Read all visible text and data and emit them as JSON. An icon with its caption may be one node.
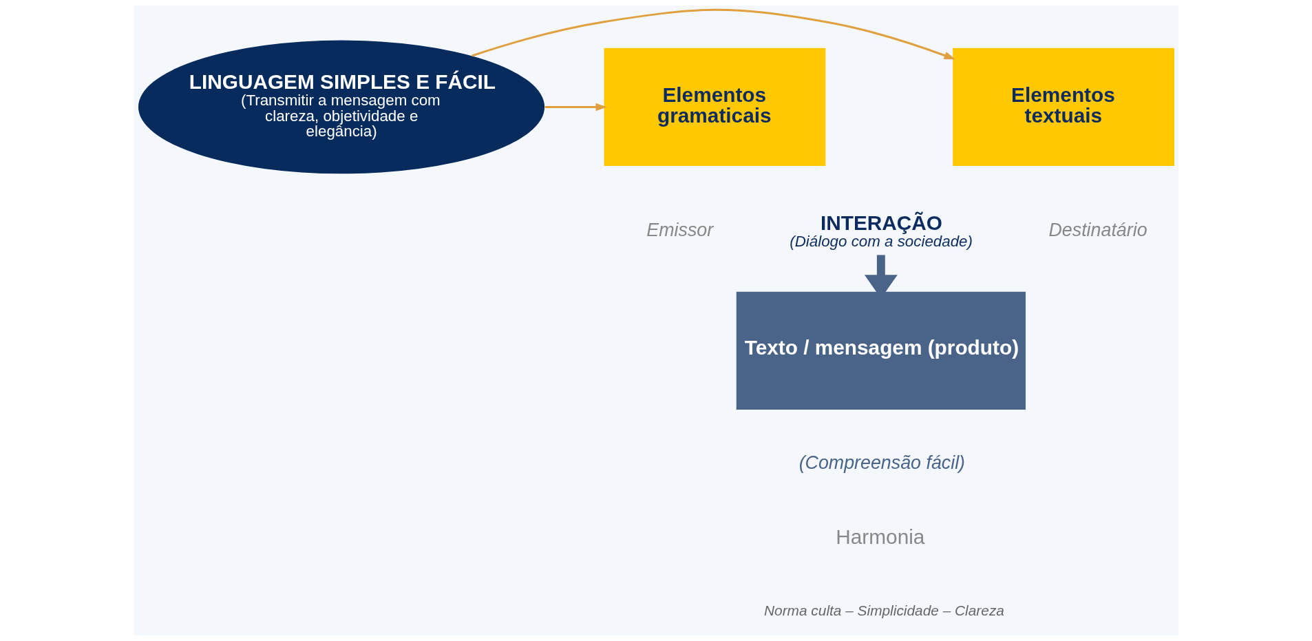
{
  "diagram": {
    "nodes": [
      {
        "text": [
          "Elementos gramaticais"
        ]
      },
      {
        "text": [
          "LINGUAGEM SIMPLES E FÁCIL",
          "(Transmitir a mensagem com clareza, objetividade e elegância)"
        ]
      },
      {
        "text": [
          "Elementos textuais"
        ]
      },
      {
        "text": [
          "INTERAÇÃO",
          "(Diálogo com a sociedade)"
        ]
      },
      {
        "text": [
          "Texto / mensagem (produto)"
        ],
        "beside": [
          "(Compreensão fácil)"
        ]
      }
    ],
    "edges": [
      {
        "from": 1,
        "to": 0,
        "arrow": "to"
      },
      {
        "from": 1,
        "to": 2,
        "arrow": "to"
      },
      {
        "from": 3,
        "to": 4,
        "arrow": "to",
        "style": "thick",
        "color": "#4a6388"
      }
    ],
    "labels": [
      "Emissor",
      "Destinatário",
      "Harmonia",
      "Norma culta – Simplicidade – Clareza"
    ]
  }
}
